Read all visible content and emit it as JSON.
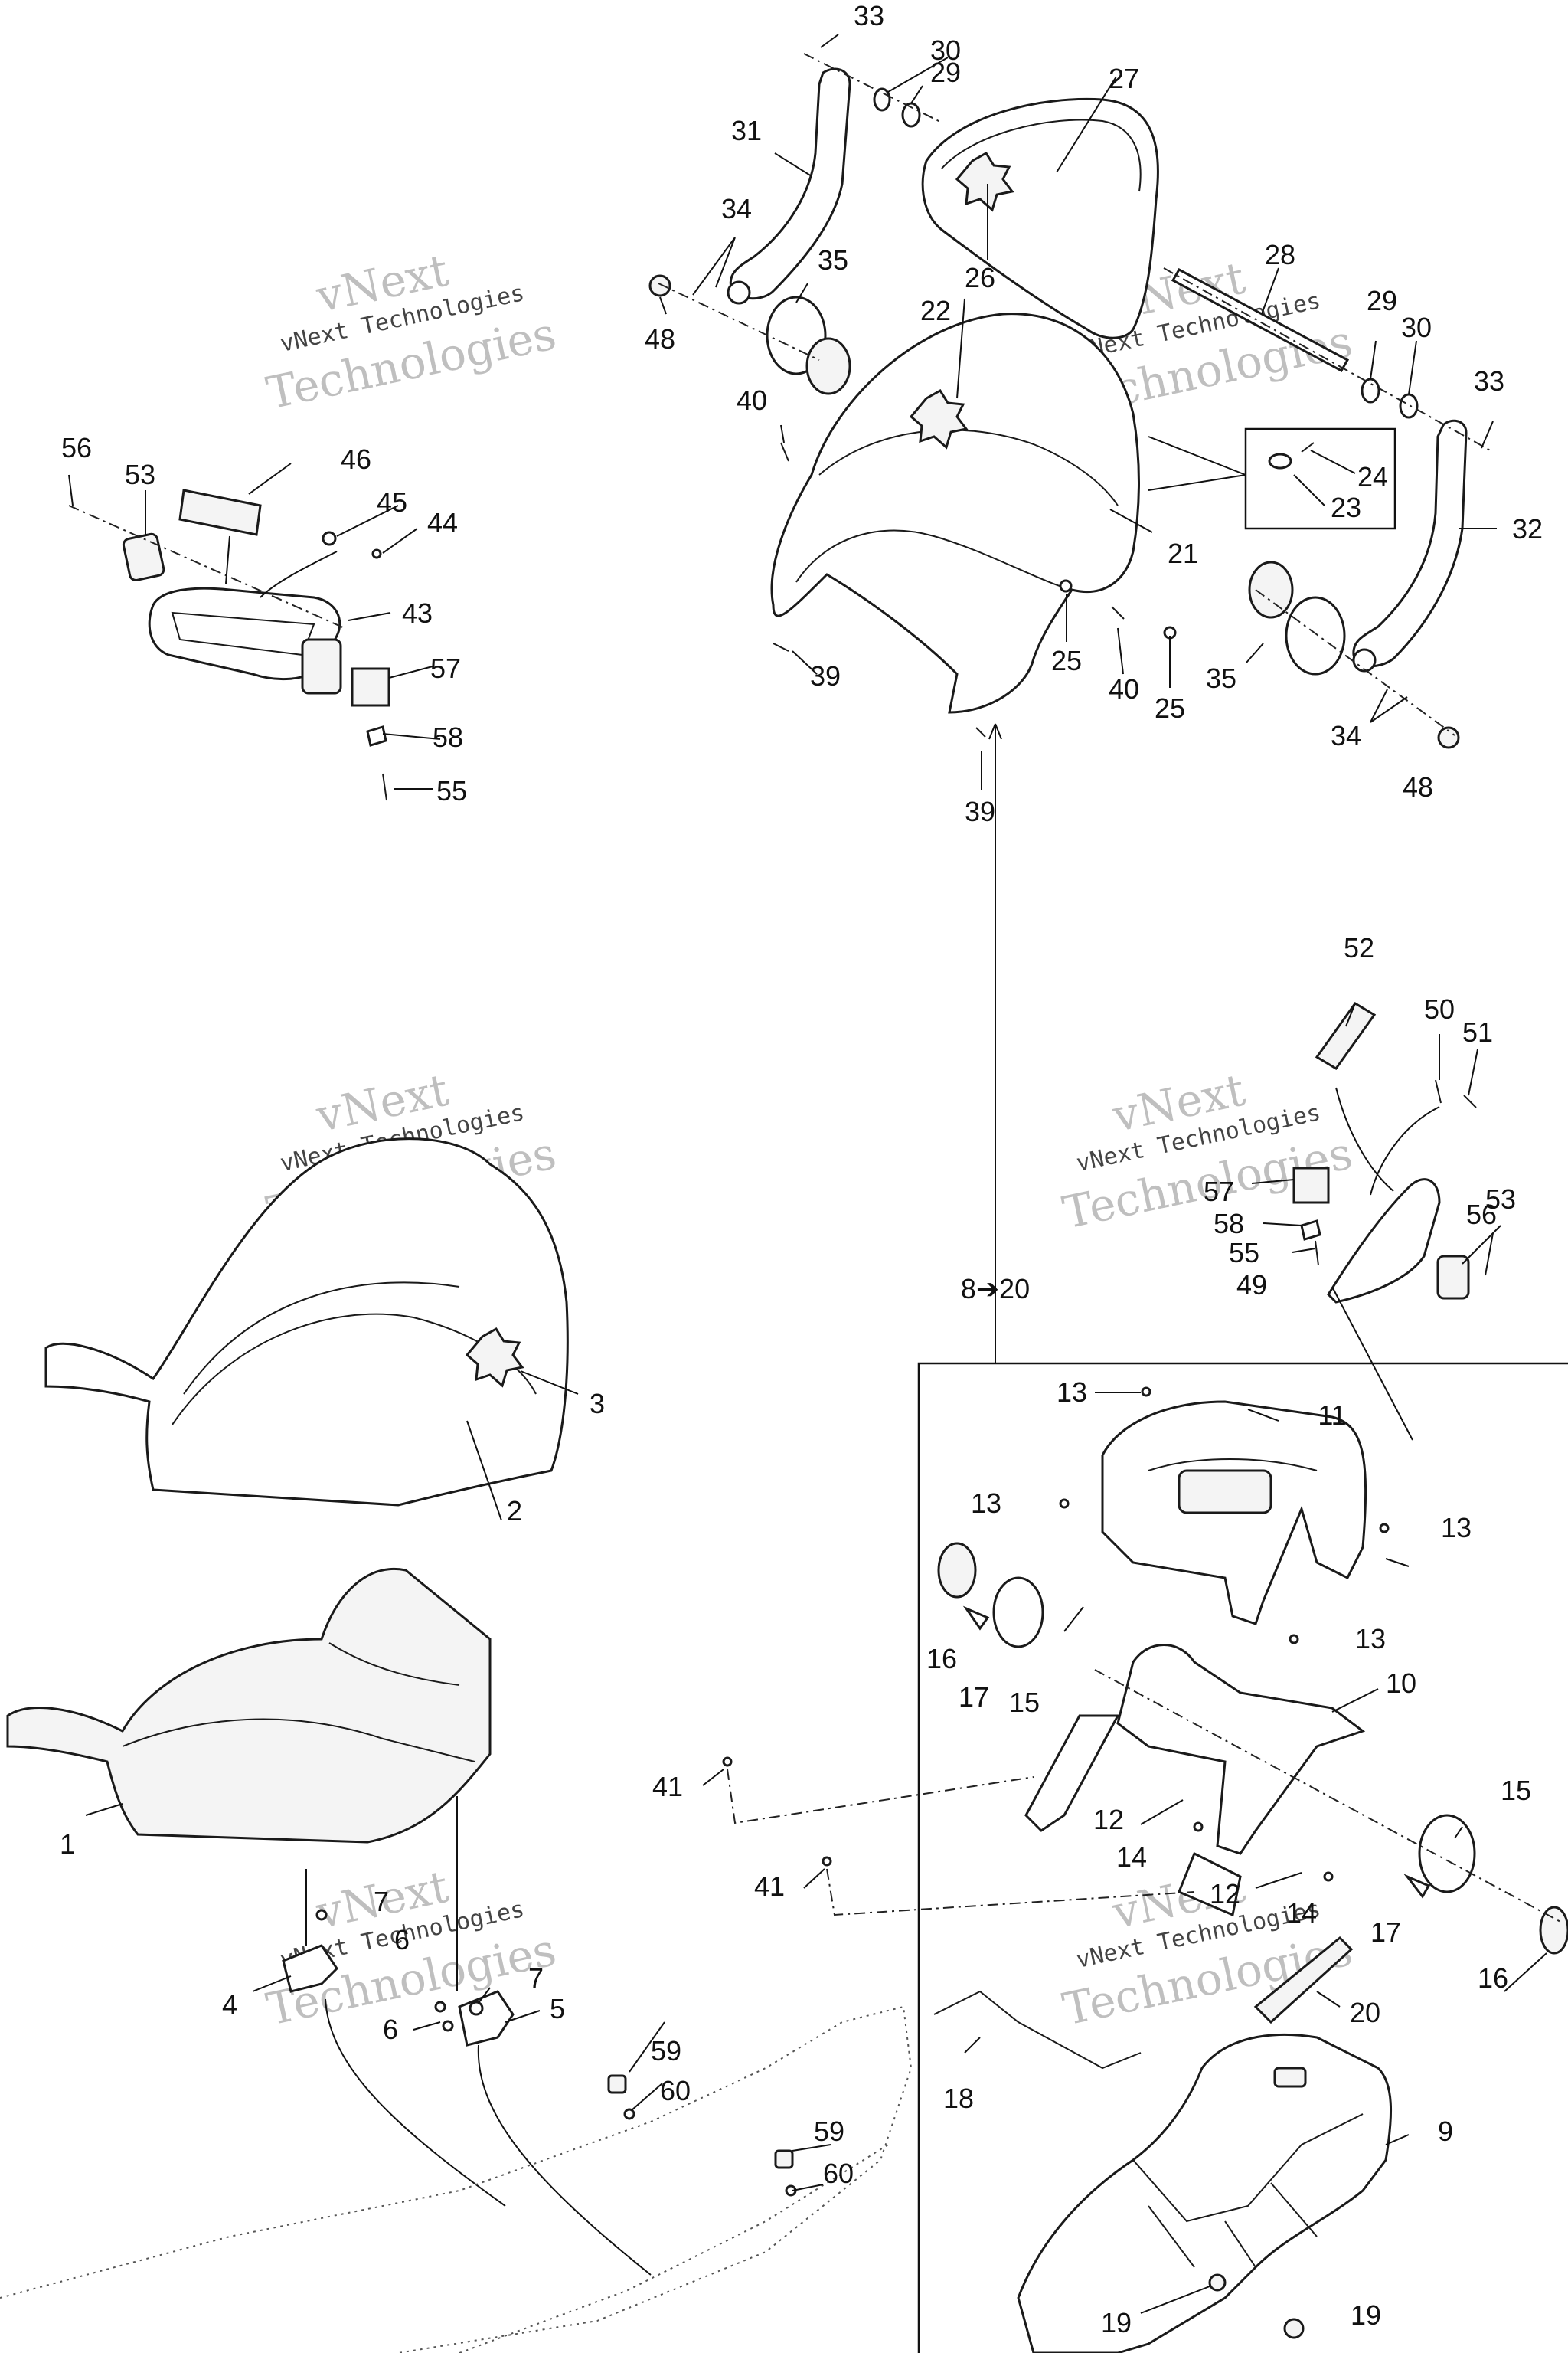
{
  "watermark": {
    "line1": "vNext",
    "line2": "vNext Technologies",
    "line3": "Technologies"
  },
  "transfer_label": "8➔20",
  "callouts": [
    "1",
    "2",
    "3",
    "4",
    "5",
    "6",
    "7",
    "9",
    "10",
    "11",
    "12",
    "13",
    "14",
    "15",
    "16",
    "17",
    "18",
    "19",
    "20",
    "21",
    "22",
    "23",
    "24",
    "25",
    "26",
    "27",
    "28",
    "29",
    "30",
    "31",
    "32",
    "33",
    "34",
    "35",
    "39",
    "40",
    "41",
    "43",
    "44",
    "45",
    "46",
    "48",
    "49",
    "50",
    "51",
    "52",
    "53",
    "55",
    "56",
    "57",
    "58",
    "59",
    "60"
  ]
}
